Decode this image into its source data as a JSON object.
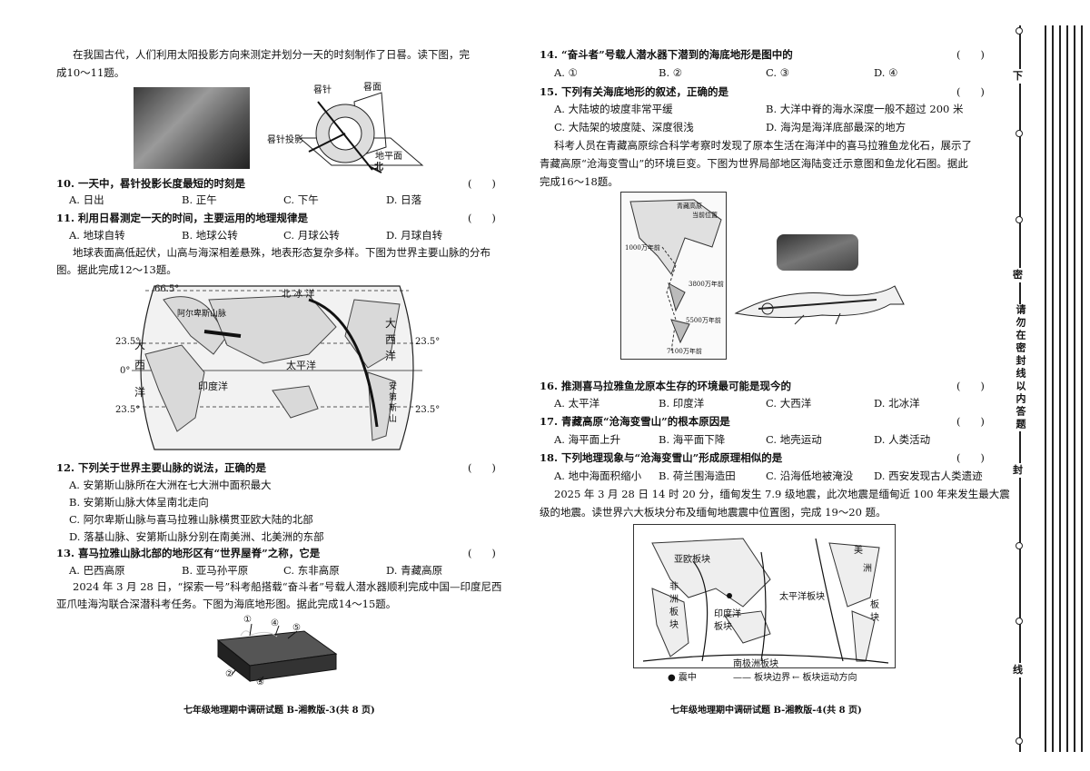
{
  "left": {
    "intro_sundial": [
      "在我国古代，人们利用太阳投影方向来测定并划分一天的时刻制作了日晷。读下图，完",
      "成10～11题。"
    ],
    "sundial_labels": {
      "gnomon": "晷针",
      "dial": "晷面",
      "shadow": "晷针投影",
      "horizon": "地平面",
      "north": "北"
    },
    "q10": {
      "stem": "10. 一天中，晷针投影长度最短的时刻是",
      "paren": "(      )",
      "options": [
        "A. 日出",
        "B. 正午",
        "C. 下午",
        "D. 日落"
      ]
    },
    "q11": {
      "stem": "11. 利用日晷测定一天的时间，主要运用的地理规律是",
      "paren": "(      )",
      "options": [
        "A. 地球自转",
        "B. 地球公转",
        "C. 月球公转",
        "D. 月球自转"
      ]
    },
    "intro_mountains": [
      "地球表面高低起伏，山高与海深相差悬殊，地表形态复杂多样。下图为世界主要山脉的分布",
      "图。据此完成12～13题。"
    ],
    "map_labels": {
      "lat_665": "66.5°",
      "lat_235n": "23.5°",
      "lat_0": "0°",
      "lat_235s": "23.5°",
      "lat_235n_r": "23.5°",
      "lat_235s_r": "23.5°",
      "arctic": "北 冰 洋",
      "atlas": "阿尔卑斯山脉",
      "pacific": "太平洋",
      "indian": "印度洋",
      "atl_1": "大",
      "atl_2": "西",
      "atl_3": "洋",
      "atl_w1": "大",
      "atl_w2": "西",
      "atl_w3": "洋",
      "andes1": "安",
      "andes2": "第",
      "andes3": "斯",
      "andes4": "山"
    },
    "q12": {
      "stem": "12. 下列关于世界主要山脉的说法，正确的是",
      "paren": "(      )",
      "options": [
        "A. 安第斯山脉所在大洲在七大洲中面积最大",
        "B. 安第斯山脉大体呈南北走向",
        "C. 阿尔卑斯山脉与喜马拉雅山脉横贯亚欧大陆的北部",
        "D. 落基山脉、安第斯山脉分别在南美洲、北美洲的东部"
      ]
    },
    "q13": {
      "stem": "13. 喜马拉雅山脉北部的地形区有“世界屋脊”之称，它是",
      "paren": "(      )",
      "options": [
        "A. 巴西高原",
        "B. 亚马孙平原",
        "C. 东非高原",
        "D. 青藏高原"
      ]
    },
    "intro_sub": [
      "2024 年 3 月 28 日，“探索一号”科考船搭载“奋斗者”号载人潜水器顺利完成中国—印度尼西",
      "亚爪哇海沟联合深潜科考任务。下图为海底地形图。据此完成14～15题。"
    ],
    "seafloor_marks": [
      "①",
      "②",
      "③",
      "④",
      "⑤"
    ],
    "footer": "七年级地理期中调研试题 B-湘教版-3(共 8 页)"
  },
  "right": {
    "q14": {
      "stem": "14. “奋斗者”号载人潜水器下潜到的海底地形是图中的",
      "paren": "(      )",
      "options": [
        "A. ①",
        "B. ②",
        "C. ③",
        "D. ④"
      ]
    },
    "q15": {
      "stem": "15. 下列有关海底地形的叙述，正确的是",
      "paren": "(      )",
      "options": [
        "A. 大陆坡的坡度非常平缓",
        "B. 大洋中脊的海水深度一般不超过 200 米",
        "C. 大陆架的坡度陡、深度很浅",
        "D. 海沟是海洋底部最深的地方"
      ]
    },
    "intro_fossil": [
      "科考人员在青藏高原综合科学考察时发现了原本生活在海洋中的喜马拉雅鱼龙化石，展示了",
      "青藏高原“沧海变雪山”的环境巨变。下图为世界局部地区海陆变迁示意图和鱼龙化石图。据此",
      "完成16～18题。"
    ],
    "drift_labels": {
      "tibet": "青藏高原",
      "now": "当前位置",
      "m10": "1000万年前",
      "m38": "3800万年前",
      "m55": "5500万年前",
      "m71": "7100万年前"
    },
    "q16": {
      "stem": "16. 推测喜马拉雅鱼龙原本生存的环境最可能是现今的",
      "paren": "(      )",
      "options": [
        "A. 太平洋",
        "B. 印度洋",
        "C. 大西洋",
        "D. 北冰洋"
      ]
    },
    "q17": {
      "stem": "17. 青藏高原“沧海变雪山”的根本原因是",
      "paren": "(      )",
      "options": [
        "A. 海平面上升",
        "B. 海平面下降",
        "C. 地壳运动",
        "D. 人类活动"
      ]
    },
    "q18": {
      "stem": "18. 下列地理现象与“沧海变雪山”形成原理相似的是",
      "paren": "(      )",
      "options": [
        "A. 地中海面积缩小",
        "B. 荷兰围海造田",
        "C. 沿海低地被淹没",
        "D. 西安发现古人类遗迹"
      ]
    },
    "intro_quake": [
      "2025 年 3 月 28 日 14 时 20 分，缅甸发生 7.9 级地震，此次地震是缅甸近 100 年来发生最大震",
      "级的地震。读世界六大板块分布及缅甸地震震中位置图，完成 19～20 题。"
    ],
    "plate_labels": {
      "eurasian": "亚欧板块",
      "african1": "非",
      "african2": "洲",
      "african3": "板",
      "african4": "块",
      "pacific": "太平洋板块",
      "indian1": "印度洋",
      "indian2": "板块",
      "antarctic": "南极洲板块",
      "americas1": "美",
      "americas2": "洲",
      "americas3": "板",
      "americas4": "块"
    },
    "legend": {
      "epicenter": "● 震中",
      "boundary": "—— 板块边界",
      "motion": "← 板块运动方向"
    },
    "footer": "七年级地理期中调研试题 B-湘教版-4(共 8 页)"
  },
  "binding": {
    "chars_outer": [
      "下",
      "密",
      "封",
      "线"
    ],
    "chars_inner": [
      "请",
      "勿",
      "在",
      "密",
      "封",
      "线",
      "以",
      "内",
      "答",
      "题"
    ],
    "inner_text": "请勿在密封线以内答题"
  }
}
